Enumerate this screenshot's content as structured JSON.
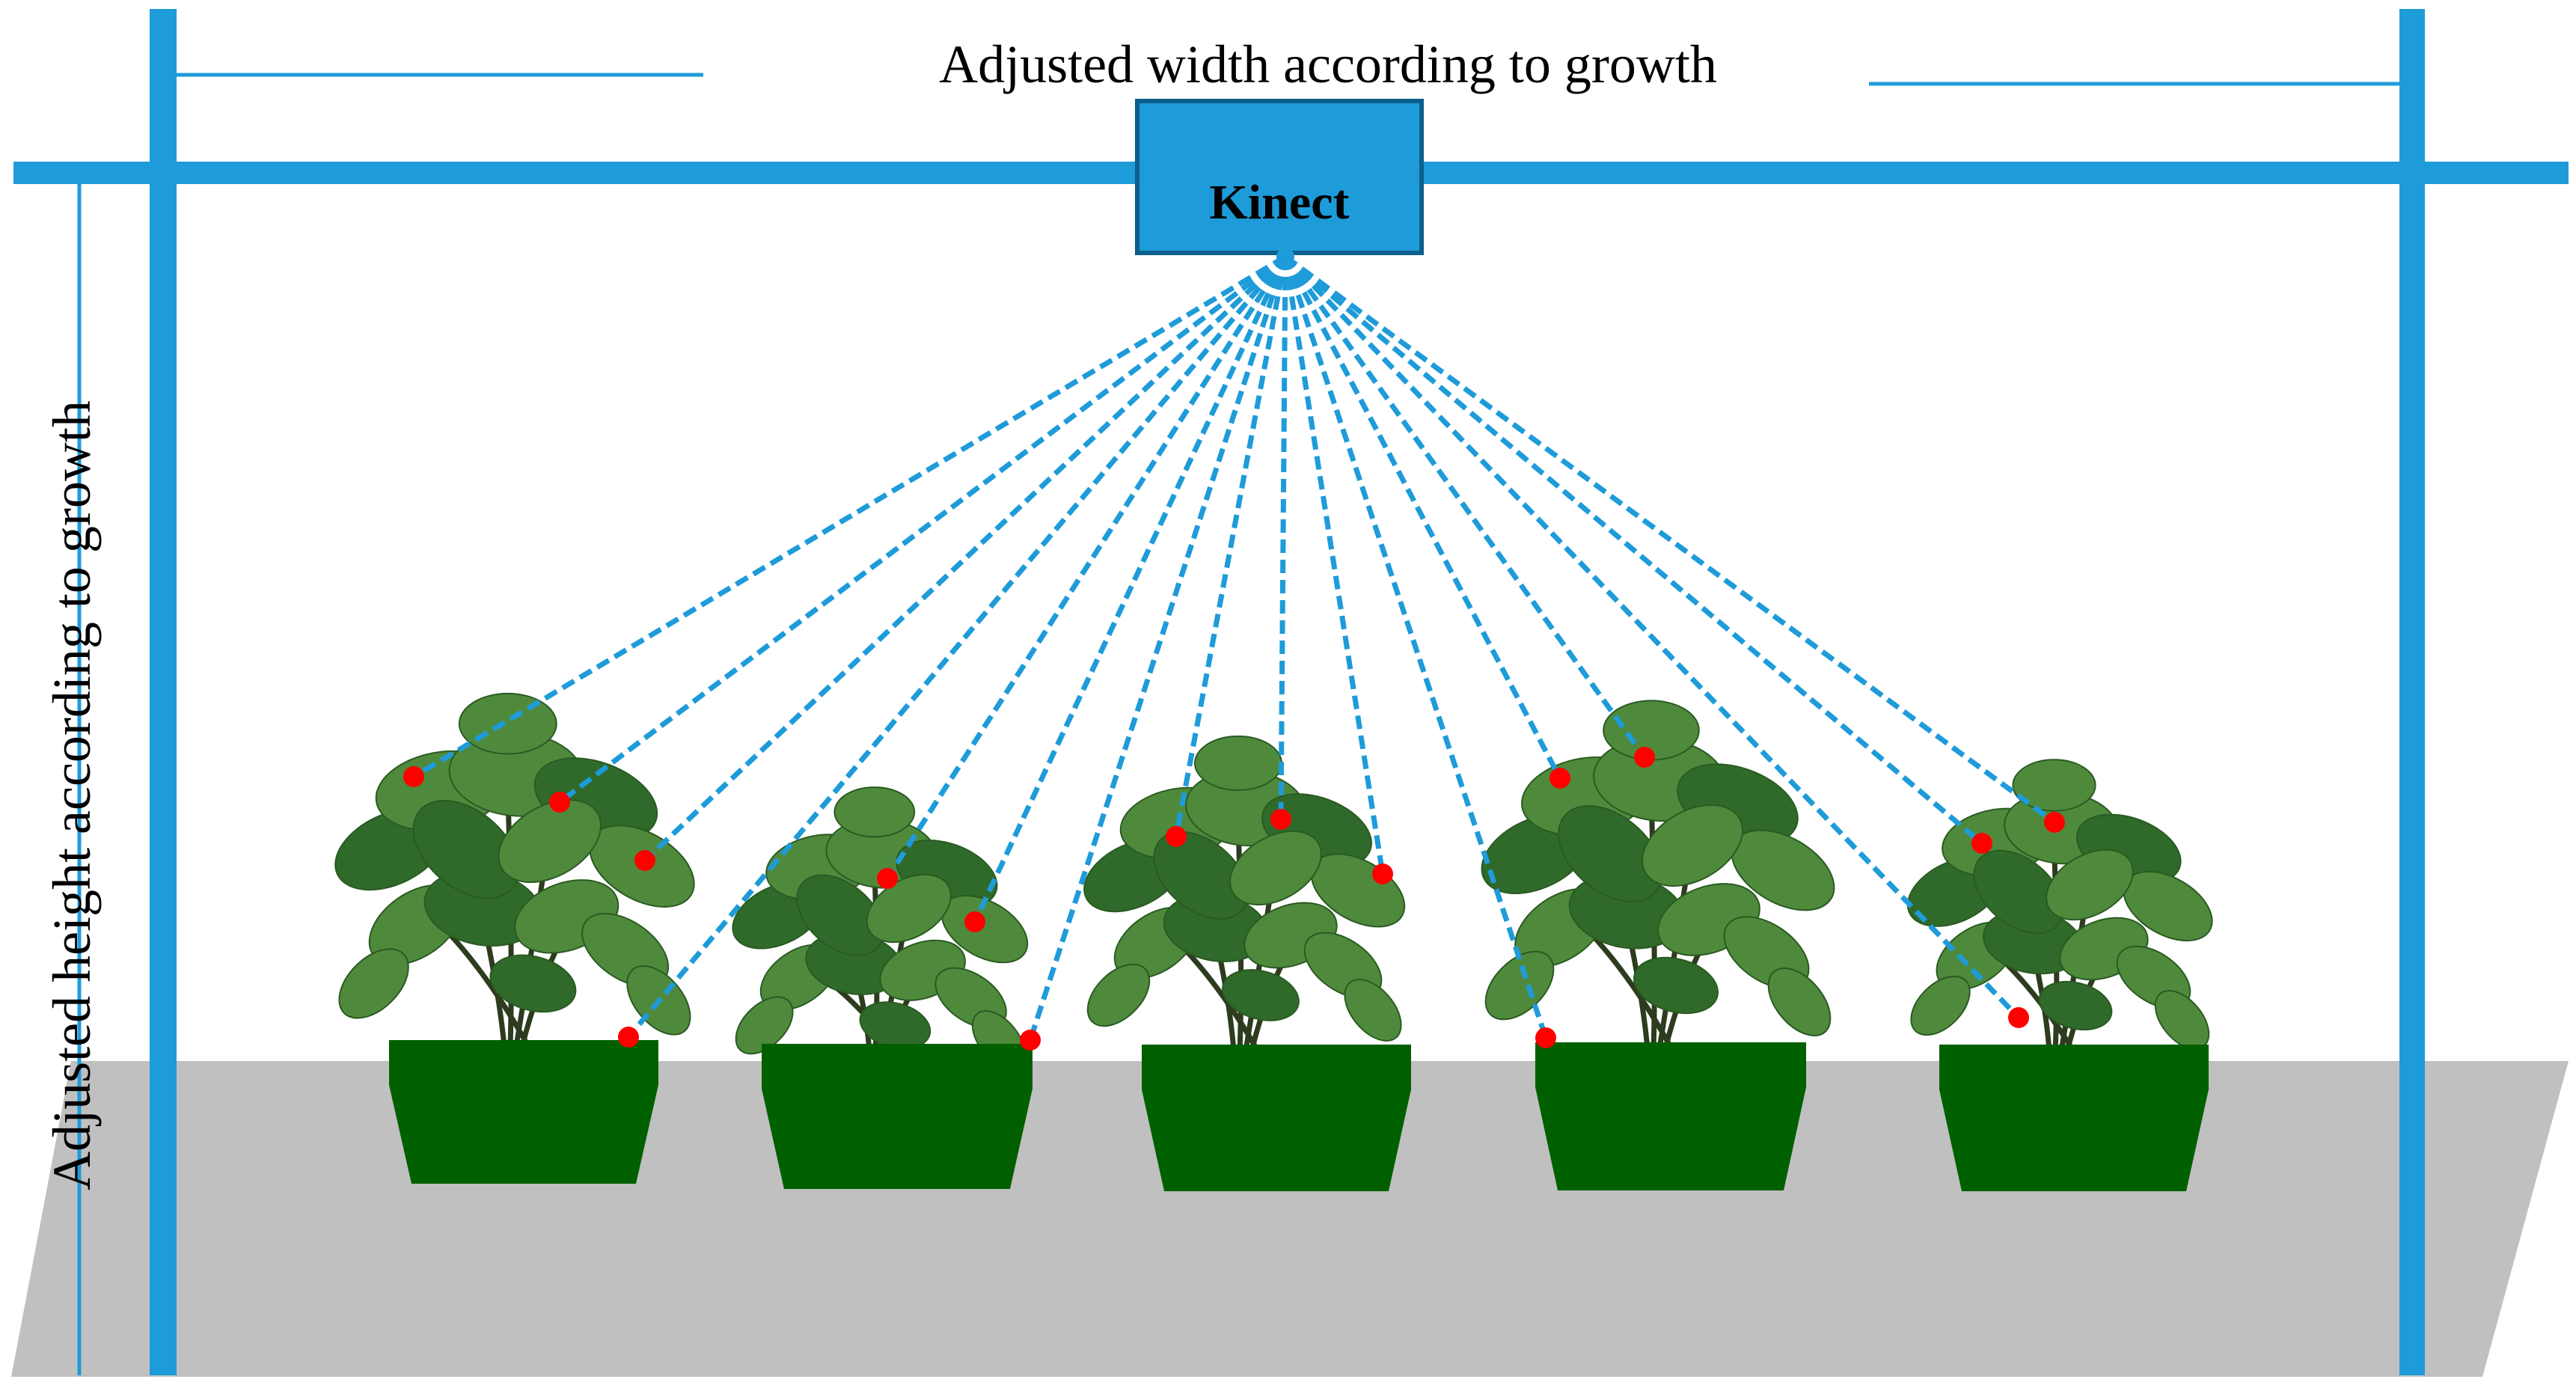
{
  "labels": {
    "width": "Adjusted width according to growth",
    "height": "Adjusted height according to growth",
    "sensor": "Kinect"
  },
  "colors": {
    "frame": "#1e9bd9",
    "sensor_fill": "#1e9bd9",
    "sensor_border": "#0d5f8c",
    "beam": "#1e9bd9",
    "marker": "#ff0000",
    "ground": "#c0c0c0",
    "pot": "#006000",
    "leaf": "#4f8a3c",
    "leaf_dark": "#2f6a2a",
    "stem": "#2d3b1e"
  },
  "icons": {
    "sensor": "kinect-camera-icon",
    "plant": "soybean-plant-icon",
    "pot": "plant-pot-icon",
    "marker": "measurement-point-icon"
  },
  "plant_count": 5
}
